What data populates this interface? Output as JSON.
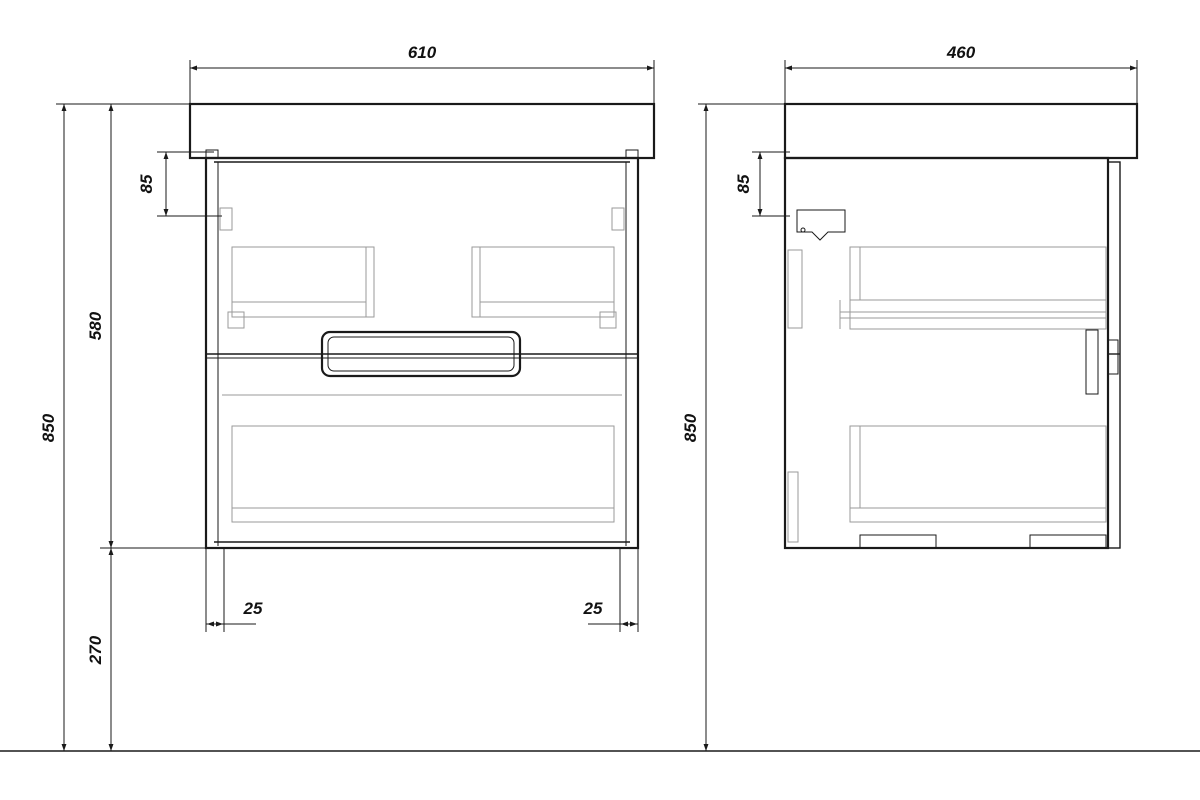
{
  "drawing": {
    "front_view": {
      "width_label": "610",
      "top_offset_label": "85",
      "body_height_label": "580",
      "total_height_label": "850",
      "floor_gap_label": "270",
      "left_inset_label": "25",
      "right_inset_label": "25"
    },
    "side_view": {
      "depth_label": "460",
      "top_offset_label": "85",
      "total_height_label": "850"
    }
  }
}
